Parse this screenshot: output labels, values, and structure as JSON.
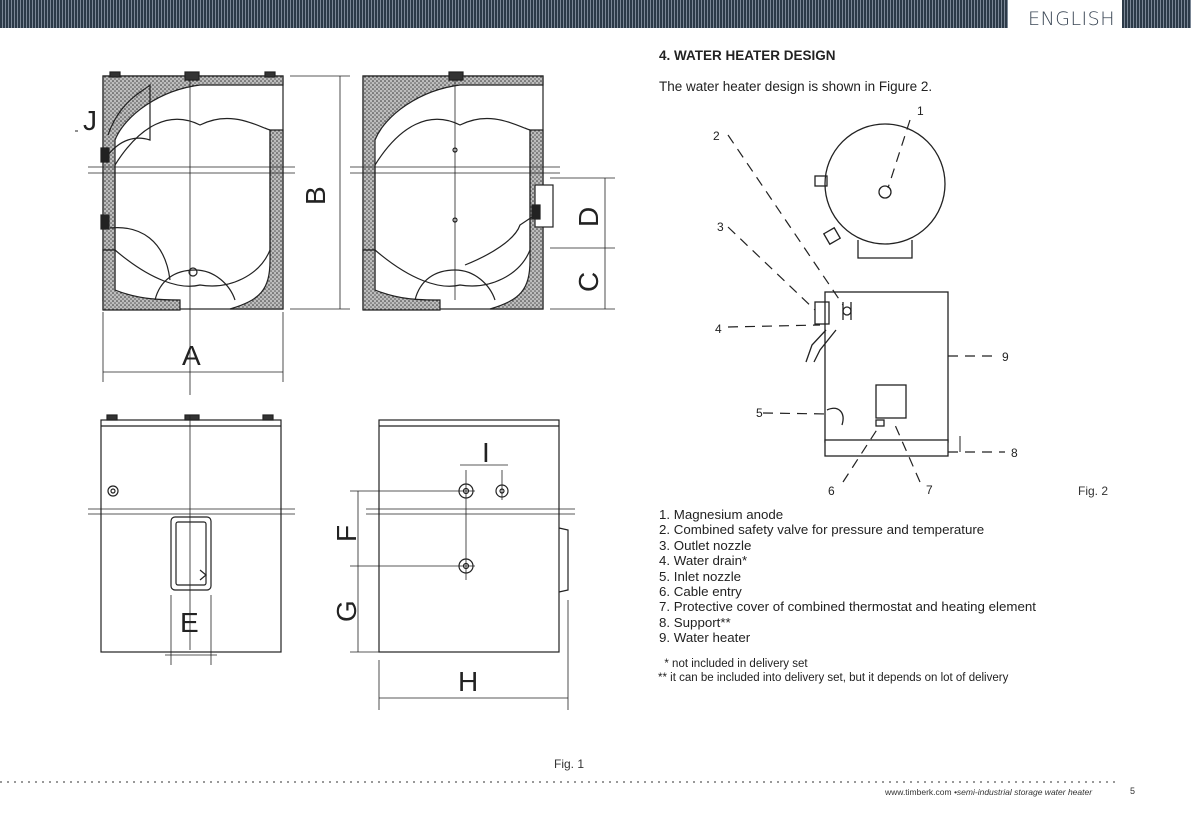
{
  "header": {
    "language": "ENGLISH"
  },
  "section": {
    "title": "4.  WATER HEATER DESIGN",
    "intro": "The water heater design is shown in Figure 2."
  },
  "fig1": {
    "caption": "Fig. 1",
    "dim_labels": {
      "A": "A",
      "B": "B",
      "C": "C",
      "D": "D",
      "E": "E",
      "F": "F",
      "G": "G",
      "H": "H",
      "I": "I",
      "J": "J"
    }
  },
  "fig2": {
    "caption": "Fig. 2",
    "callouts": {
      "n1": "1",
      "n2": "2",
      "n3": "3",
      "n4": "4",
      "n5": "5",
      "n6": "6",
      "n7": "7",
      "n8": "8",
      "n9": "9"
    }
  },
  "legend": [
    "1. Magnesium anode",
    "2. Combined safety valve for pressure and temperature",
    "3. Outlet nozzle",
    "4. Water drain*",
    "5. Inlet nozzle",
    "6. Cable entry",
    "7. Protective cover of combined thermostat and heating element",
    "8. Support**",
    "9. Water heater"
  ],
  "notes": {
    "note1": "  * not included in delivery set",
    "note2": "** it can be included into delivery set, but it depends on lot of delivery"
  },
  "footer": {
    "site": "www.timberk.com",
    "tagline": " •semi-industrial storage water heater",
    "page": "5"
  }
}
